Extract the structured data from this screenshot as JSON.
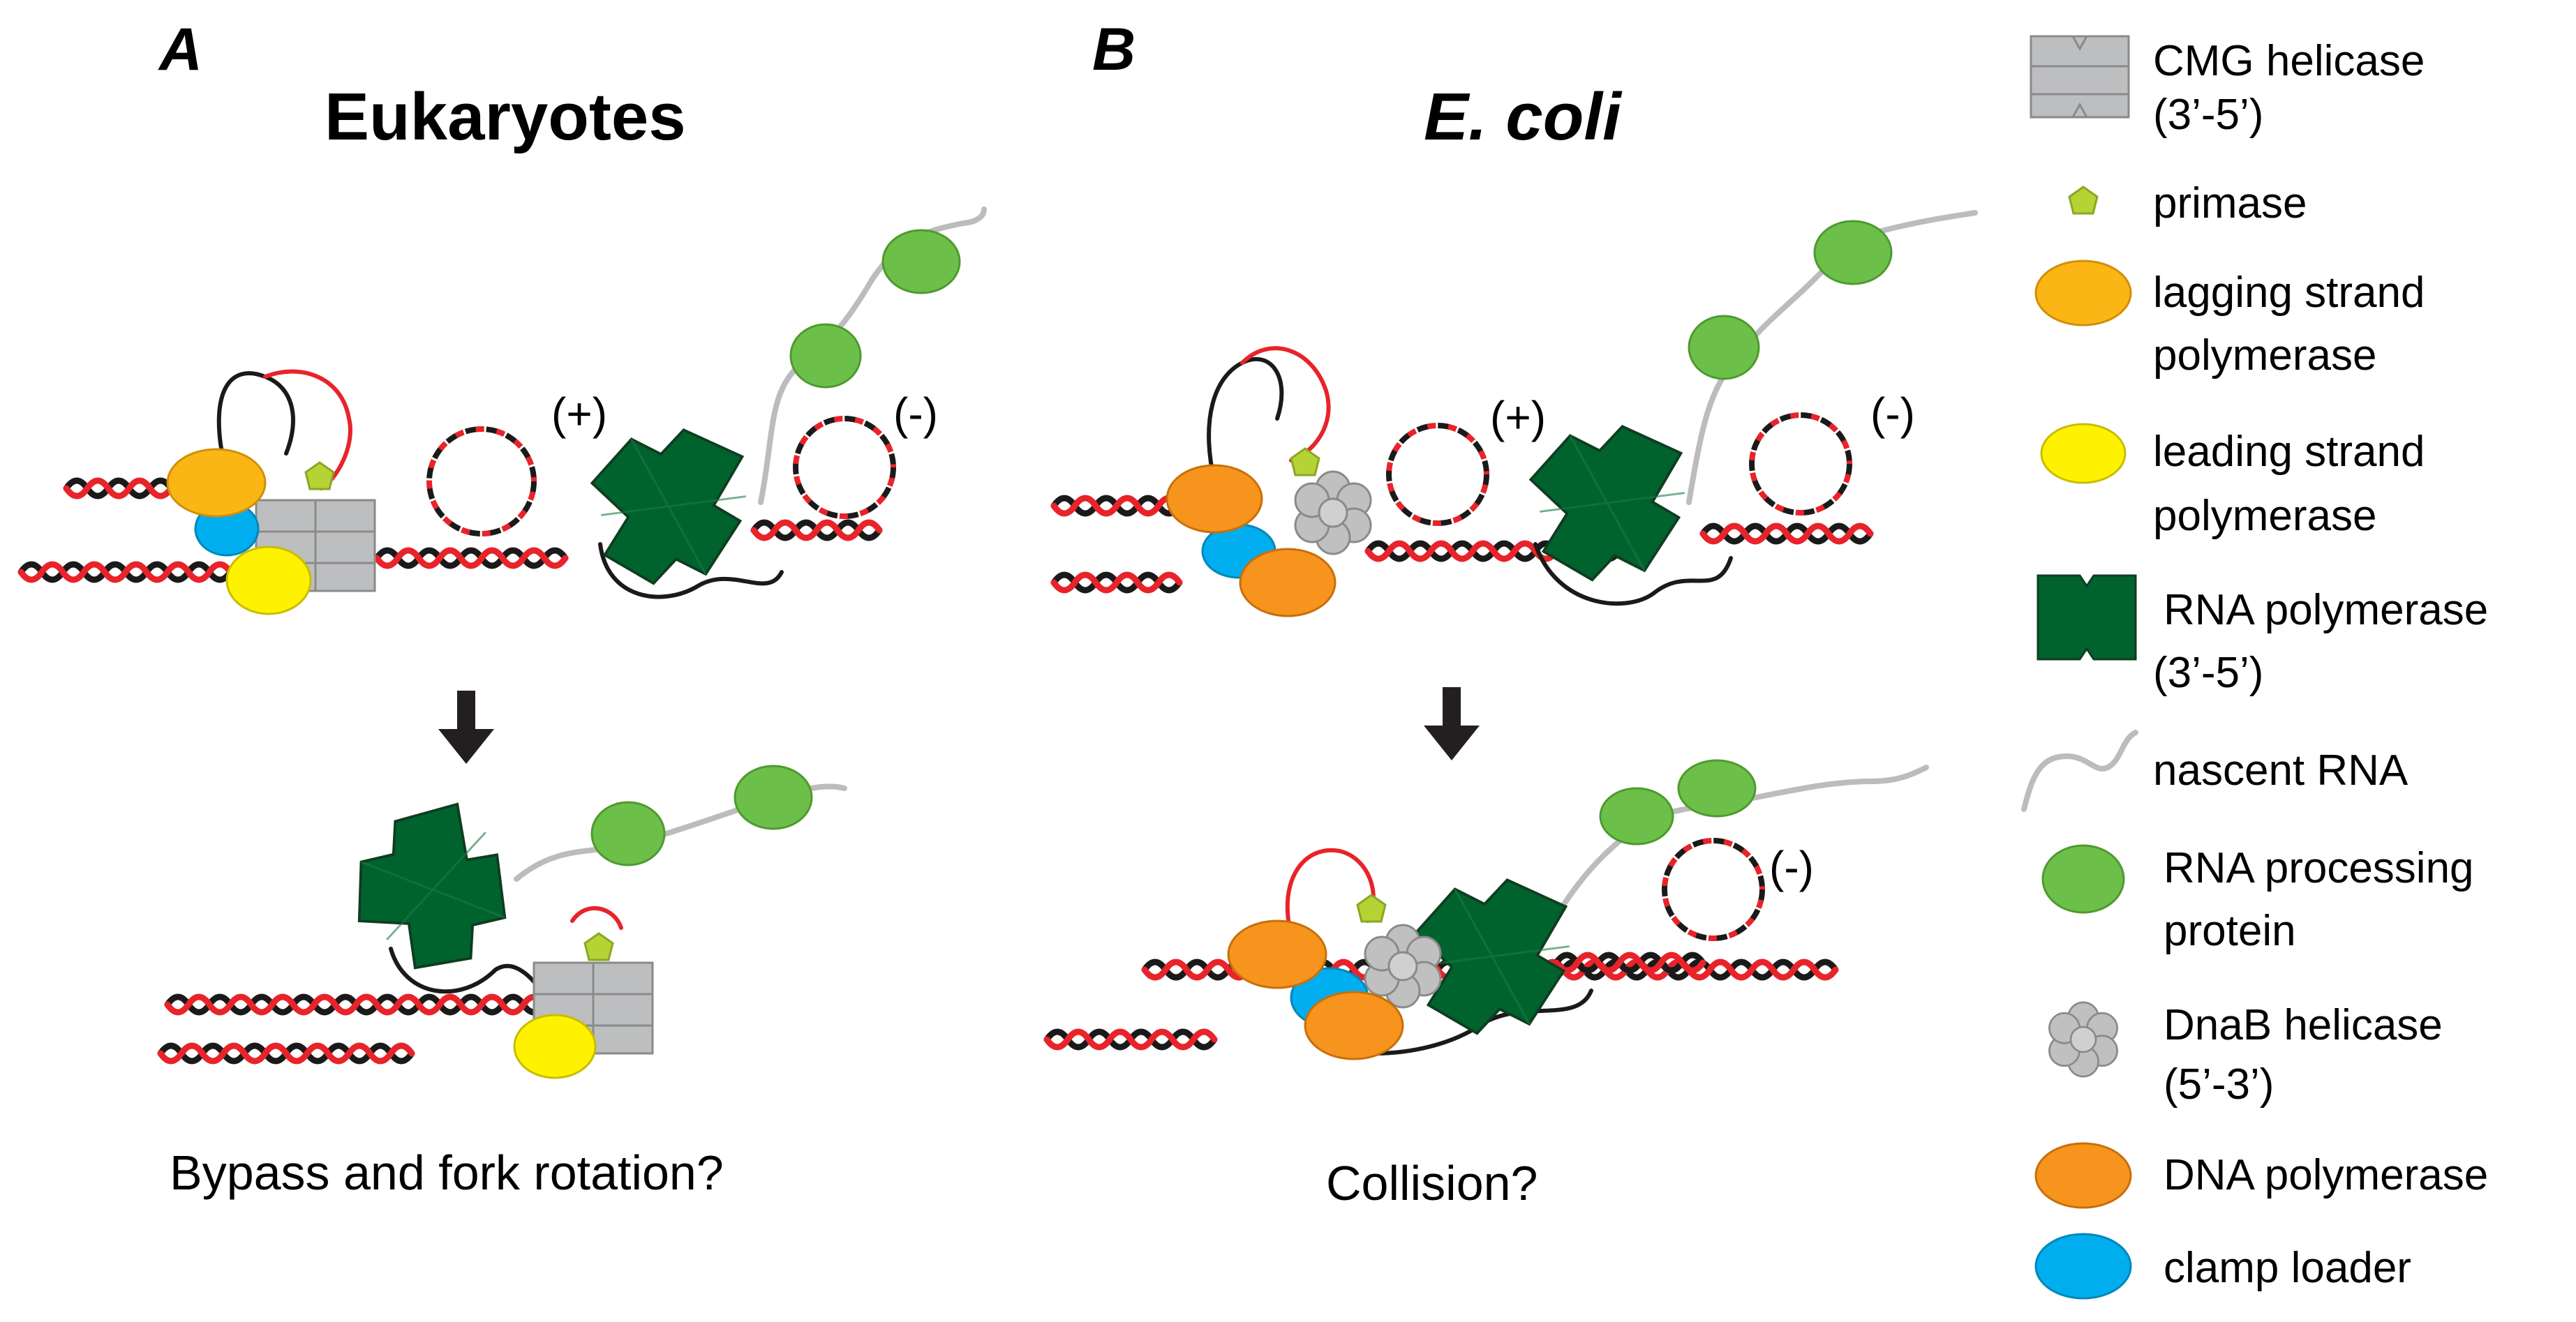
{
  "panel_a": {
    "letter": "A",
    "title": "Eukaryotes",
    "supercoil_positive": "(+)",
    "supercoil_negative": "(-)",
    "caption": "Bypass and fork rotation?"
  },
  "panel_b": {
    "letter": "B",
    "title": "E. coli",
    "supercoil_positive": "(+)",
    "supercoil_negative": "(-)",
    "supercoil_negative_after": "(-)",
    "caption": "Collision?"
  },
  "legend": {
    "items": [
      {
        "icon": "cmg-helicase-icon",
        "line1": "CMG helicase",
        "line2": "(3’-5’)",
        "color": "#bdbec0"
      },
      {
        "icon": "primase-icon",
        "line1": "primase",
        "line2": "",
        "color": "#b5d334"
      },
      {
        "icon": "lagging-strand-polymerase-icon",
        "line1": "lagging strand",
        "line2": "polymerase",
        "color": "#fbb616"
      },
      {
        "icon": "leading-strand-polymerase-icon",
        "line1": "leading strand",
        "line2": "polymerase",
        "color": "#fff200"
      },
      {
        "icon": "rna-polymerase-icon",
        "line1": "RNA polymerase",
        "line2": "(3’-5’)",
        "color": "#00632e"
      },
      {
        "icon": "nascent-rna-icon",
        "line1": "nascent RNA",
        "line2": "",
        "color": "#bcbcbc"
      },
      {
        "icon": "rna-processing-protein-icon",
        "line1": "RNA processing",
        "line2": "protein",
        "color": "#6cc04a"
      },
      {
        "icon": "dnab-helicase-icon",
        "line1": "DnaB helicase",
        "line2": "(5’-3’)",
        "color": "#c0c0c0"
      },
      {
        "icon": "dna-polymerase-icon",
        "line1": "DNA polymerase",
        "line2": "",
        "color": "#f7941d"
      },
      {
        "icon": "clamp-loader-icon",
        "line1": "clamp loader",
        "line2": "",
        "color": "#00aeef"
      }
    ]
  },
  "colors": {
    "dna_strand_1": "#1a1a1a",
    "dna_strand_2": "#e8232a",
    "arrow": "#231f20",
    "rna_polymerase": "#00632e",
    "helicase_gray": "#bdbec0",
    "orange": "#f7941d",
    "blue": "#00aeef",
    "yellow": "#fff200",
    "lime": "#b5d334",
    "green": "#6cc04a"
  }
}
